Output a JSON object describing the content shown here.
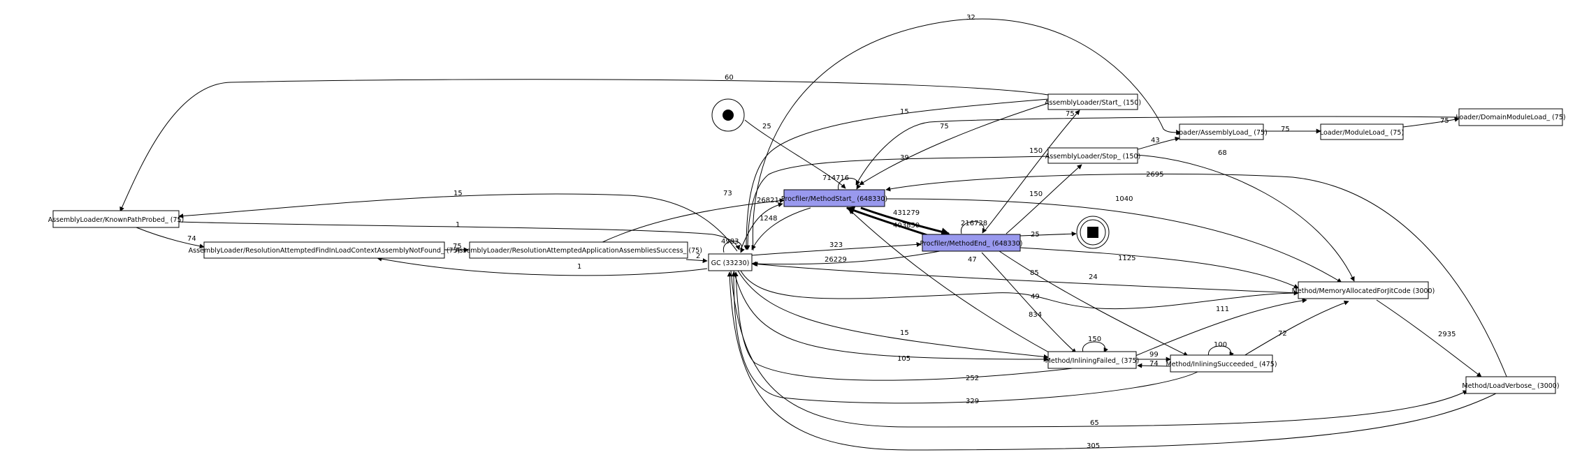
{
  "diagram": {
    "nodes": [
      {
        "id": "n_loaderDomain",
        "label": "Loader/DomainModuleLoad_ (75)",
        "highlight": false
      },
      {
        "id": "n_asmStart",
        "label": "AssemblyLoader/Start_ (150)",
        "highlight": false
      },
      {
        "id": "n_loaderAsm",
        "label": "Loader/AssemblyLoad_ (75)",
        "highlight": false
      },
      {
        "id": "n_loaderModule",
        "label": "Loader/ModuleLoad_ (75)",
        "highlight": false
      },
      {
        "id": "n_asmStop",
        "label": "AssemblyLoader/Stop_ (150)",
        "highlight": false
      },
      {
        "id": "n_methodStart",
        "label": "Procfiler/MethodStart_ (648330)",
        "highlight": true
      },
      {
        "id": "n_knownPath",
        "label": "AssemblyLoader/KnownPathProbed_ (75)",
        "highlight": false
      },
      {
        "id": "n_methodEnd",
        "label": "Procfiler/MethodEnd_ (648330)",
        "highlight": true
      },
      {
        "id": "n_resNotFound",
        "label": "AssemblyLoader/ResolutionAttemptedFindInLoadContextAssemblyNotFound_ (75)",
        "highlight": false
      },
      {
        "id": "n_resSuccess",
        "label": "AssemblyLoader/ResolutionAttemptedApplicationAssembliesSuccess_ (75)",
        "highlight": false
      },
      {
        "id": "n_gc",
        "label": "GC (33230)",
        "highlight": false
      },
      {
        "id": "n_memAlloc",
        "label": "Method/MemoryAllocatedForJitCode (3000)",
        "highlight": false
      },
      {
        "id": "n_inlFailed",
        "label": "Method/InliningFailed_ (375)",
        "highlight": false
      },
      {
        "id": "n_inlSucc",
        "label": "Method/InliningSucceeded_ (475)",
        "highlight": false
      },
      {
        "id": "n_loadVerbose",
        "label": "Method/LoadVerbose_ (3000)",
        "highlight": false
      }
    ],
    "edge_labels": [
      {
        "id": "e32",
        "text": "32"
      },
      {
        "id": "e60",
        "text": "60"
      },
      {
        "id": "e15a",
        "text": "15"
      },
      {
        "id": "e25a",
        "text": "25"
      },
      {
        "id": "e75a",
        "text": "75"
      },
      {
        "id": "e75b",
        "text": "75"
      },
      {
        "id": "e43",
        "text": "43"
      },
      {
        "id": "e75c",
        "text": "75"
      },
      {
        "id": "e75d",
        "text": "75"
      },
      {
        "id": "e68",
        "text": "68"
      },
      {
        "id": "e39",
        "text": "39"
      },
      {
        "id": "e150a",
        "text": "150"
      },
      {
        "id": "e2695",
        "text": "2695"
      },
      {
        "id": "e714716",
        "text": "714716"
      },
      {
        "id": "e15b",
        "text": "15"
      },
      {
        "id": "e73",
        "text": "73"
      },
      {
        "id": "e150b",
        "text": "150"
      },
      {
        "id": "e1040",
        "text": "1040"
      },
      {
        "id": "e26821",
        "text": "26821"
      },
      {
        "id": "e1248",
        "text": "1248"
      },
      {
        "id": "e431279",
        "text": "431279"
      },
      {
        "id": "e216728",
        "text": "216728"
      },
      {
        "id": "e403850",
        "text": "403850"
      },
      {
        "id": "e1a",
        "text": "1"
      },
      {
        "id": "e74a",
        "text": "74"
      },
      {
        "id": "e4983",
        "text": "4983"
      },
      {
        "id": "e25b",
        "text": "25"
      },
      {
        "id": "e75e",
        "text": "75"
      },
      {
        "id": "e323",
        "text": "323"
      },
      {
        "id": "e2",
        "text": "2"
      },
      {
        "id": "e26229",
        "text": "26229"
      },
      {
        "id": "e47",
        "text": "47"
      },
      {
        "id": "e1125",
        "text": "1125"
      },
      {
        "id": "e1b",
        "text": "1"
      },
      {
        "id": "e85",
        "text": "85"
      },
      {
        "id": "e24a",
        "text": "24"
      },
      {
        "id": "e49",
        "text": "49"
      },
      {
        "id": "e834",
        "text": "834"
      },
      {
        "id": "e111",
        "text": "111"
      },
      {
        "id": "e15c",
        "text": "15"
      },
      {
        "id": "e2935",
        "text": "2935"
      },
      {
        "id": "e72",
        "text": "72"
      },
      {
        "id": "e150c",
        "text": "150"
      },
      {
        "id": "e100",
        "text": "100"
      },
      {
        "id": "e105",
        "text": "105"
      },
      {
        "id": "e99",
        "text": "99"
      },
      {
        "id": "e74b",
        "text": "74"
      },
      {
        "id": "e252",
        "text": "252"
      },
      {
        "id": "e329",
        "text": "329"
      },
      {
        "id": "e65",
        "text": "65"
      },
      {
        "id": "e305",
        "text": "305"
      }
    ]
  }
}
